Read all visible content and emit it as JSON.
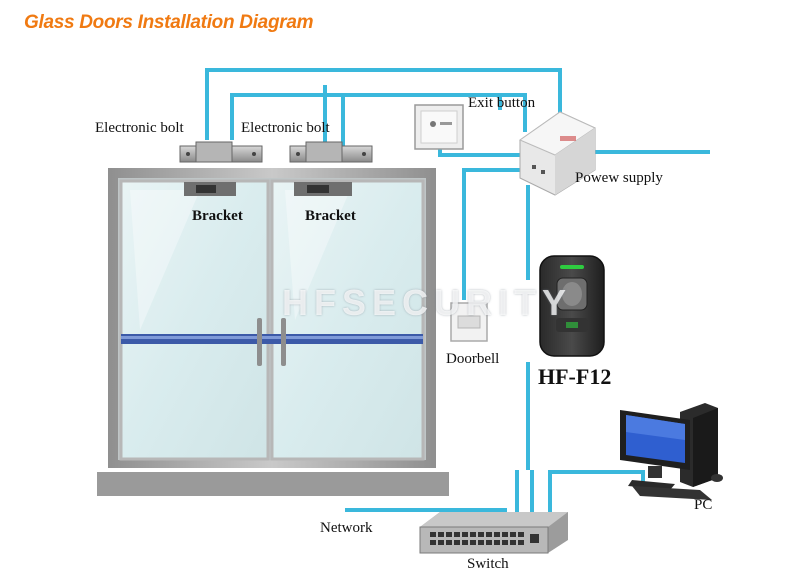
{
  "title": "Glass Doors Installation Diagram",
  "labels": {
    "electronic_bolt_left": "Electronic bolt",
    "electronic_bolt_right": "Electronic bolt",
    "exit_button": "Exit button",
    "power_supply": "Powew supply",
    "bracket_left": "Bracket",
    "bracket_right": "Bracket",
    "doorbell": "Doorbell",
    "model": "HF-F12",
    "pc": "PC",
    "network": "Network",
    "switch": "Switch"
  },
  "watermark": "HFSECURITY",
  "colors": {
    "title": "#f07a12",
    "wire": "#3ab8dc",
    "door_frame": "#a9a9a9",
    "glass": "#dfeef0",
    "floor": "#9a9a9a",
    "door_stripe": "#3c5aa8"
  }
}
